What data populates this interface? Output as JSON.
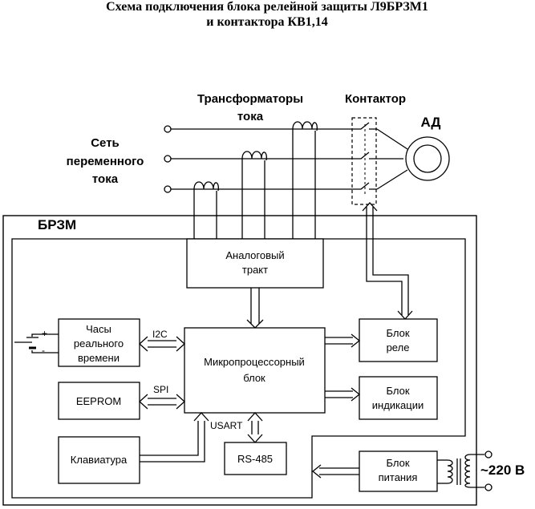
{
  "title": {
    "line1": "Схема подключения блока релейной защиты Л9БРЗМ1",
    "line2": "и контактора КВ1,14"
  },
  "labels": {
    "network_1": "Сеть",
    "network_2": "переменного",
    "network_3": "тока",
    "transformers_1": "Трансформаторы",
    "transformers_2": "тока",
    "contactor": "Контактор",
    "motor": "АД",
    "brzm": "БРЗМ",
    "supply": "~220 В"
  },
  "blocks": {
    "analog_1": "Аналоговый",
    "analog_2": "тракт",
    "clock_1": "Часы",
    "clock_2": "реального",
    "clock_3": "времени",
    "eeprom": "EEPROM",
    "keyboard": "Клавиатура",
    "mcu_1": "Микропроцессорный",
    "mcu_2": "блок",
    "rs485": "RS-485",
    "relay_1": "Блок",
    "relay_2": "реле",
    "indication_1": "Блок",
    "indication_2": "индикации",
    "power_1": "Блок",
    "power_2": "питания"
  },
  "interfaces": {
    "i2c": "I2C",
    "spi": "SPI",
    "usart": "USART"
  },
  "battery": {
    "plus": "+",
    "minus": "-"
  }
}
